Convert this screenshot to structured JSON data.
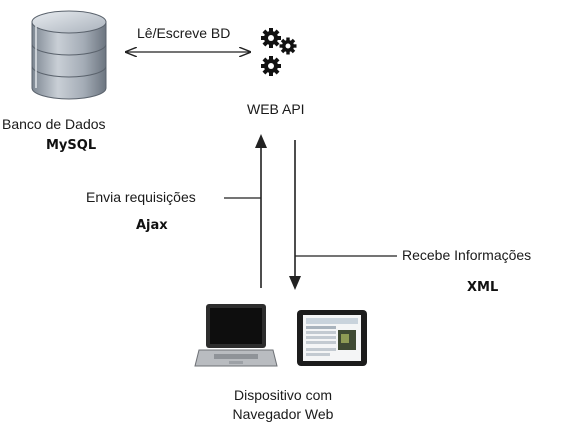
{
  "database": {
    "label": "Banco de Dados",
    "tech": "MySQL",
    "icon": "database-icon"
  },
  "api": {
    "label": "WEB API",
    "icon": "gears-icon"
  },
  "link_db_api": {
    "label": "Lê/Escreve BD"
  },
  "request": {
    "label": "Envia requisições",
    "tech": "Ajax"
  },
  "response": {
    "label": "Recebe Informações",
    "format": "XML"
  },
  "client": {
    "label_line1": "Dispositivo com",
    "label_line2": "Navegador Web",
    "icons": [
      "laptop-icon",
      "tablet-icon"
    ]
  },
  "colors": {
    "line": "#222222",
    "db_body": "#9aa3ad",
    "gear": "#111111"
  }
}
